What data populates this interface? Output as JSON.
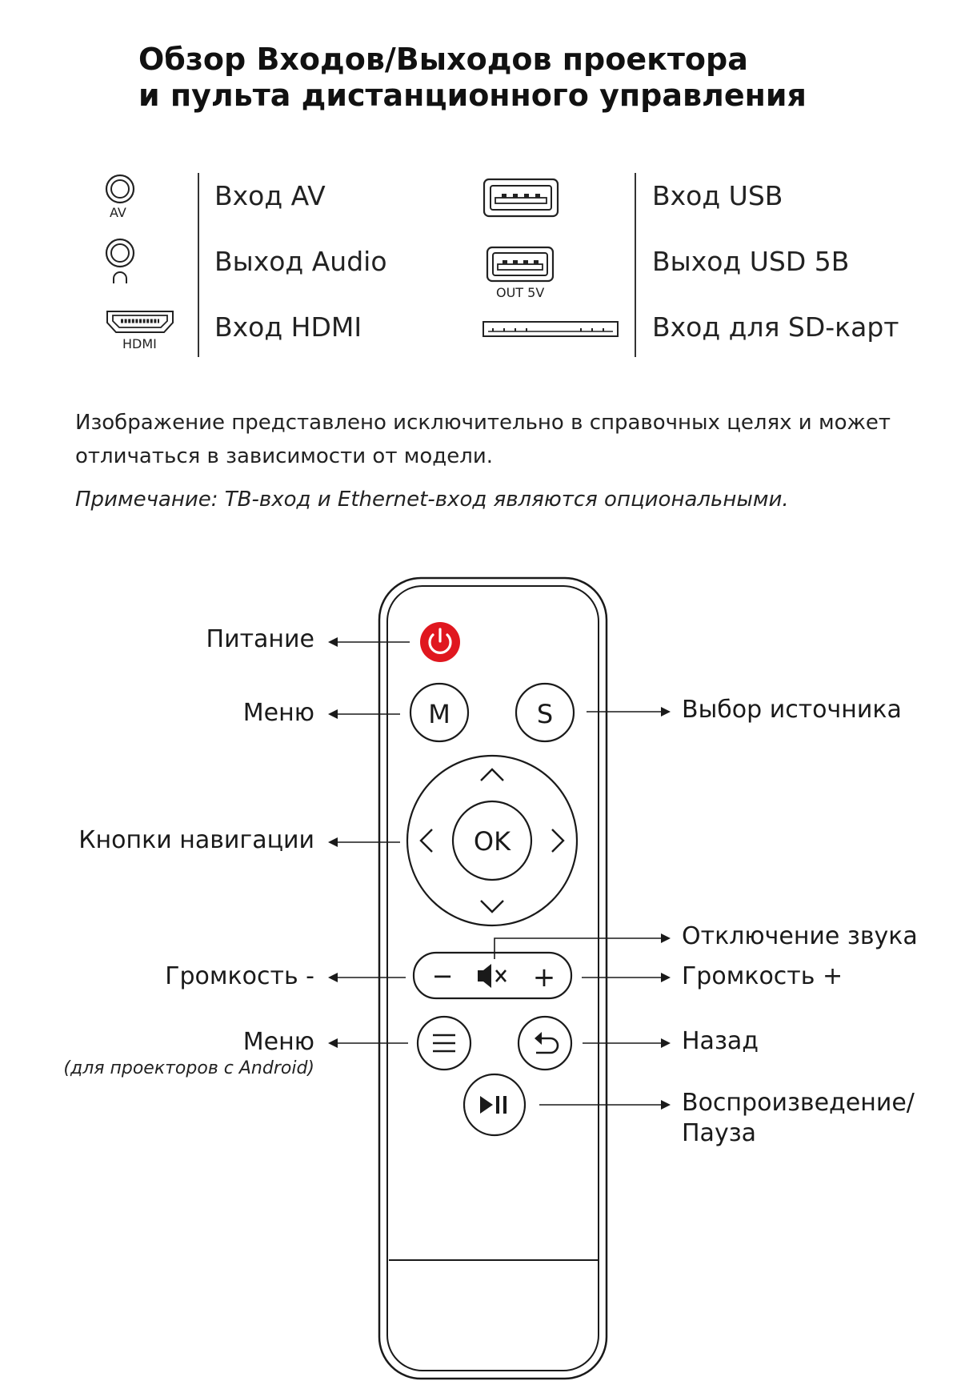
{
  "title": {
    "line1": "Обзор Входов/Выходов проектора",
    "line2": "и пульта дистанционного управления"
  },
  "ports": {
    "av": {
      "icon": "rca-jack-icon",
      "caption": "AV",
      "label": "Вход AV"
    },
    "audio": {
      "icon": "headphone-jack-icon",
      "label": "Выход Audio"
    },
    "hdmi": {
      "icon": "hdmi-port-icon",
      "caption": "HDMI",
      "label": "Вход HDMI"
    },
    "usb": {
      "icon": "usb-port-icon",
      "label": "Вход USB"
    },
    "usb5v": {
      "icon": "usb-port-icon",
      "caption": "OUT 5V",
      "label": "Выход USD 5В"
    },
    "sd": {
      "icon": "sd-slot-icon",
      "label": "Вход для SD-карт"
    }
  },
  "description": "Изображение представлено исключительно в справочных целях и может отличаться в зависимости от модели.",
  "note": "Примечание: ТВ-вход и Ethernet-вход являются опциональными.",
  "remote": {
    "buttons": {
      "power_icon": "power-icon",
      "menu_letter": "M",
      "source_letter": "S",
      "ok": "OK",
      "minus": "−",
      "plus": "+",
      "mute_icon": "mute-icon",
      "menu_android_icon": "hamburger-icon",
      "back_icon": "back-arrow-icon",
      "play_icon": "play-pause-icon"
    },
    "labels": {
      "power": "Питание",
      "menu": "Меню",
      "source": "Выбор источника",
      "navigation": "Кнопки навигации",
      "mute": "Отключение звука",
      "vol_down": "Громкость -",
      "vol_up": "Громкость +",
      "menu_android": "Меню",
      "menu_android_note": "(для проекторов с Android)",
      "back": "Назад",
      "play_pause_line1": "Воспроизведение/",
      "play_pause_line2": "Пауза"
    },
    "colors": {
      "power": "#e0171f",
      "outline": "#1a1a1a"
    }
  }
}
